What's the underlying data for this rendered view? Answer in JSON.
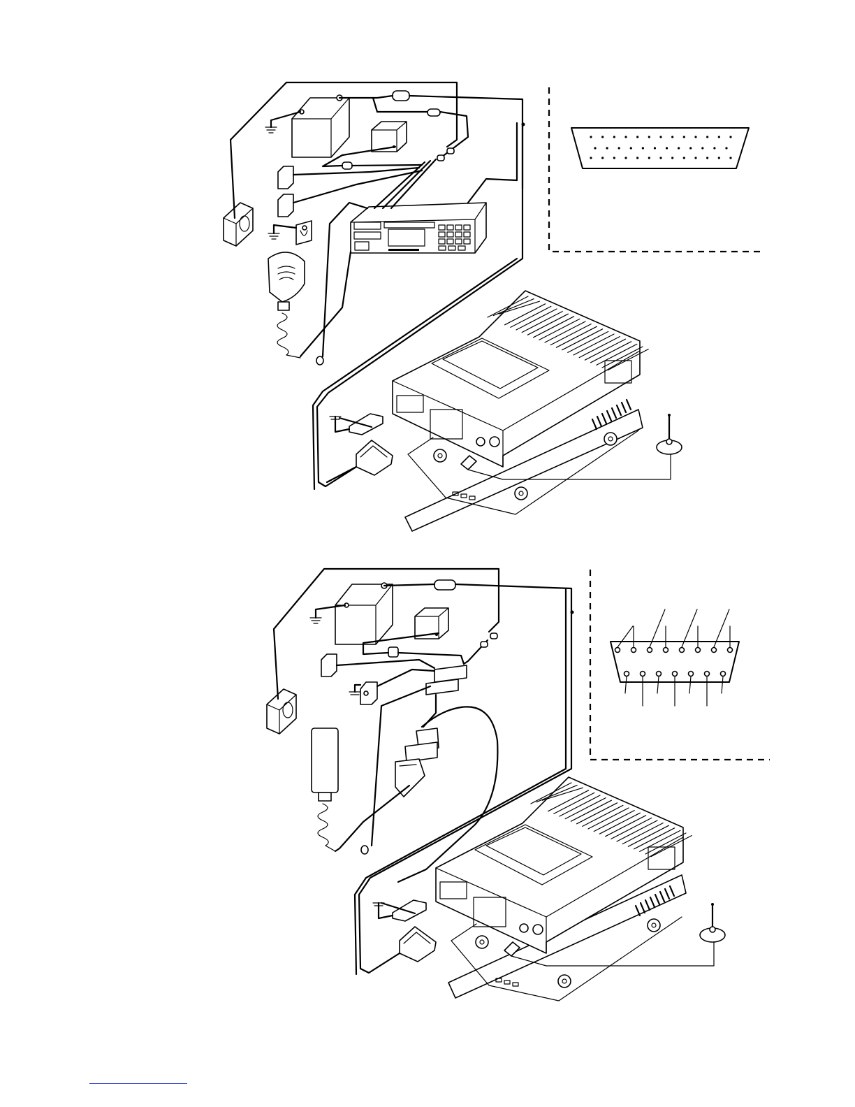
{
  "figures": [
    {
      "id": "control-head-installation",
      "connector_detail": {
        "connector": "db25",
        "pin_rows": [
          13,
          12
        ]
      }
    },
    {
      "id": "handset-installation",
      "connector_detail": {
        "connector": "db15",
        "pin_rows": [
          8,
          7
        ]
      }
    }
  ],
  "colors": {
    "ink": "#000000",
    "paper": "#ffffff",
    "footer_rule": "#2a3fc8"
  }
}
